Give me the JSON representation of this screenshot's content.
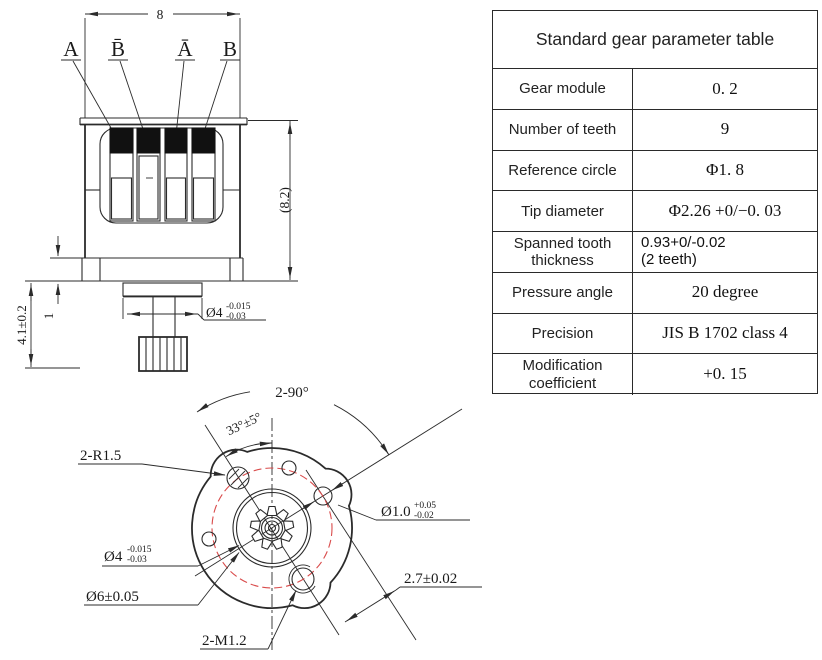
{
  "drawing": {
    "side": {
      "terminals": [
        "A",
        "B̄",
        "Ā",
        "B"
      ],
      "dim_width": "8",
      "dim_height": "(8.2)",
      "dim_cap_height": "1",
      "dim_shaft_length": "4.1±0.2",
      "shaft_dia": "Ø4",
      "shaft_dia_tol_upper": "-0.015",
      "shaft_dia_tol_lower": "-0.03"
    },
    "bottom": {
      "dim_two_90": "2-90°",
      "dim_angle": "33°±5°",
      "label_fillet": "2-R1.5",
      "hole_dia": "Ø1.0",
      "hole_dia_tol_upper": "+0.05",
      "hole_dia_tol_lower": "-0.02",
      "boss_dia": "Ø4",
      "boss_dia_tol_upper": "-0.015",
      "boss_dia_tol_lower": "-0.03",
      "pilot_dia": "Ø6±0.05",
      "label_thread": "2-M1.2",
      "dim_center_distance": "2.7±0.02"
    }
  },
  "table": {
    "title": "Standard gear parameter table",
    "rows": [
      {
        "label": "Gear module",
        "value": "0. 2"
      },
      {
        "label": "Number of teeth",
        "value": "9"
      },
      {
        "label": "Reference circle",
        "value": "Φ1. 8"
      },
      {
        "label": "Tip diameter",
        "value": "Φ2.26 +0/−0. 03"
      },
      {
        "label": "Spanned tooth thickness",
        "value": "0.93+0/-0.02",
        "value2": "(2 teeth)"
      },
      {
        "label": "Pressure angle",
        "value": "20 degree"
      },
      {
        "label": "Precision",
        "value": "JIS B 1702 class 4"
      },
      {
        "label": "Modification coefficient",
        "value": "+0. 15"
      }
    ]
  },
  "colors": {
    "line": "#2b2b2b",
    "centerline_red": "#d94b4b",
    "pad_fill": "#111111"
  }
}
